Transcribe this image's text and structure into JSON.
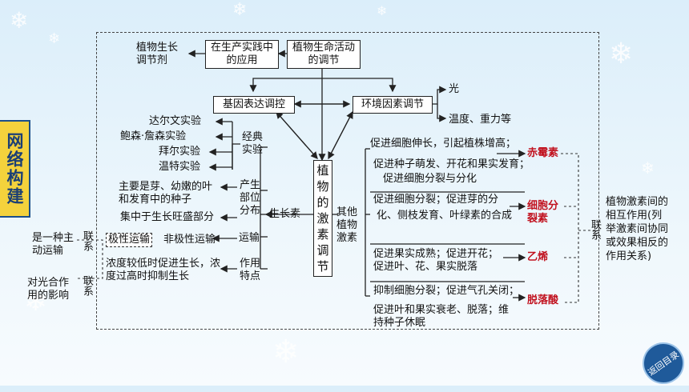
{
  "side_tab": "网络构建",
  "center": "植物的激素调节",
  "top": {
    "regulator": "植物生长调节剂",
    "application": "在生产实践中的应用",
    "life_regulation": "植物生命活动的调节"
  },
  "gene": "基因表达调控",
  "env": "环境因素调节",
  "env_items": [
    "光",
    "温度、重力等"
  ],
  "experiments": [
    "达尔文实验",
    "鲍森·詹森实验",
    "拜尔实验",
    "温特实验"
  ],
  "experiment_label": "经典实验",
  "auxin": "生长素",
  "production_label": "产生部位分布",
  "production": "主要是芽、幼嫩的叶和发育中的种子",
  "distribution": "集中于生长旺盛部分",
  "transport_label": "运输",
  "polar": "极性运输",
  "nonpolar": "非极性运输",
  "active_transport": "是一种主动运输",
  "link": "联系",
  "effect_label": "作用特点",
  "effect": "浓度较低时促进生长，浓度过高时抑制生长",
  "photosynthesis": "对光合作用的影响",
  "other_hormones": "其他植物激素",
  "hormones": [
    {
      "name": "赤霉素",
      "line1": "促进细胞伸长，引起植株增高；",
      "line2": "促进种子萌发、开花和果实发育；",
      "line3": "促进细胞分裂与分化"
    },
    {
      "name": "细胞分裂素",
      "line1": "促进细胞分裂；促进芽的分",
      "line2": "化、侧枝发育、叶绿素的合成"
    },
    {
      "name": "乙烯",
      "line1": "促进果实成熟；促进开花；",
      "line2": "促进叶、花、果实脱落"
    },
    {
      "name": "脱落酸",
      "line1": "抑制细胞分裂；促进气孔关闭；",
      "line2": "促进叶和果实衰老、脱落；维",
      "line3": "持种子休眠"
    }
  ],
  "interaction": "植物激素间的相互作用(列举激素间协同或效果相反的作用关系)",
  "back_button": "返回目录",
  "colors": {
    "accent": "#c1121f",
    "tab": "#f4d23c",
    "tab_text": "#1b3f75"
  }
}
